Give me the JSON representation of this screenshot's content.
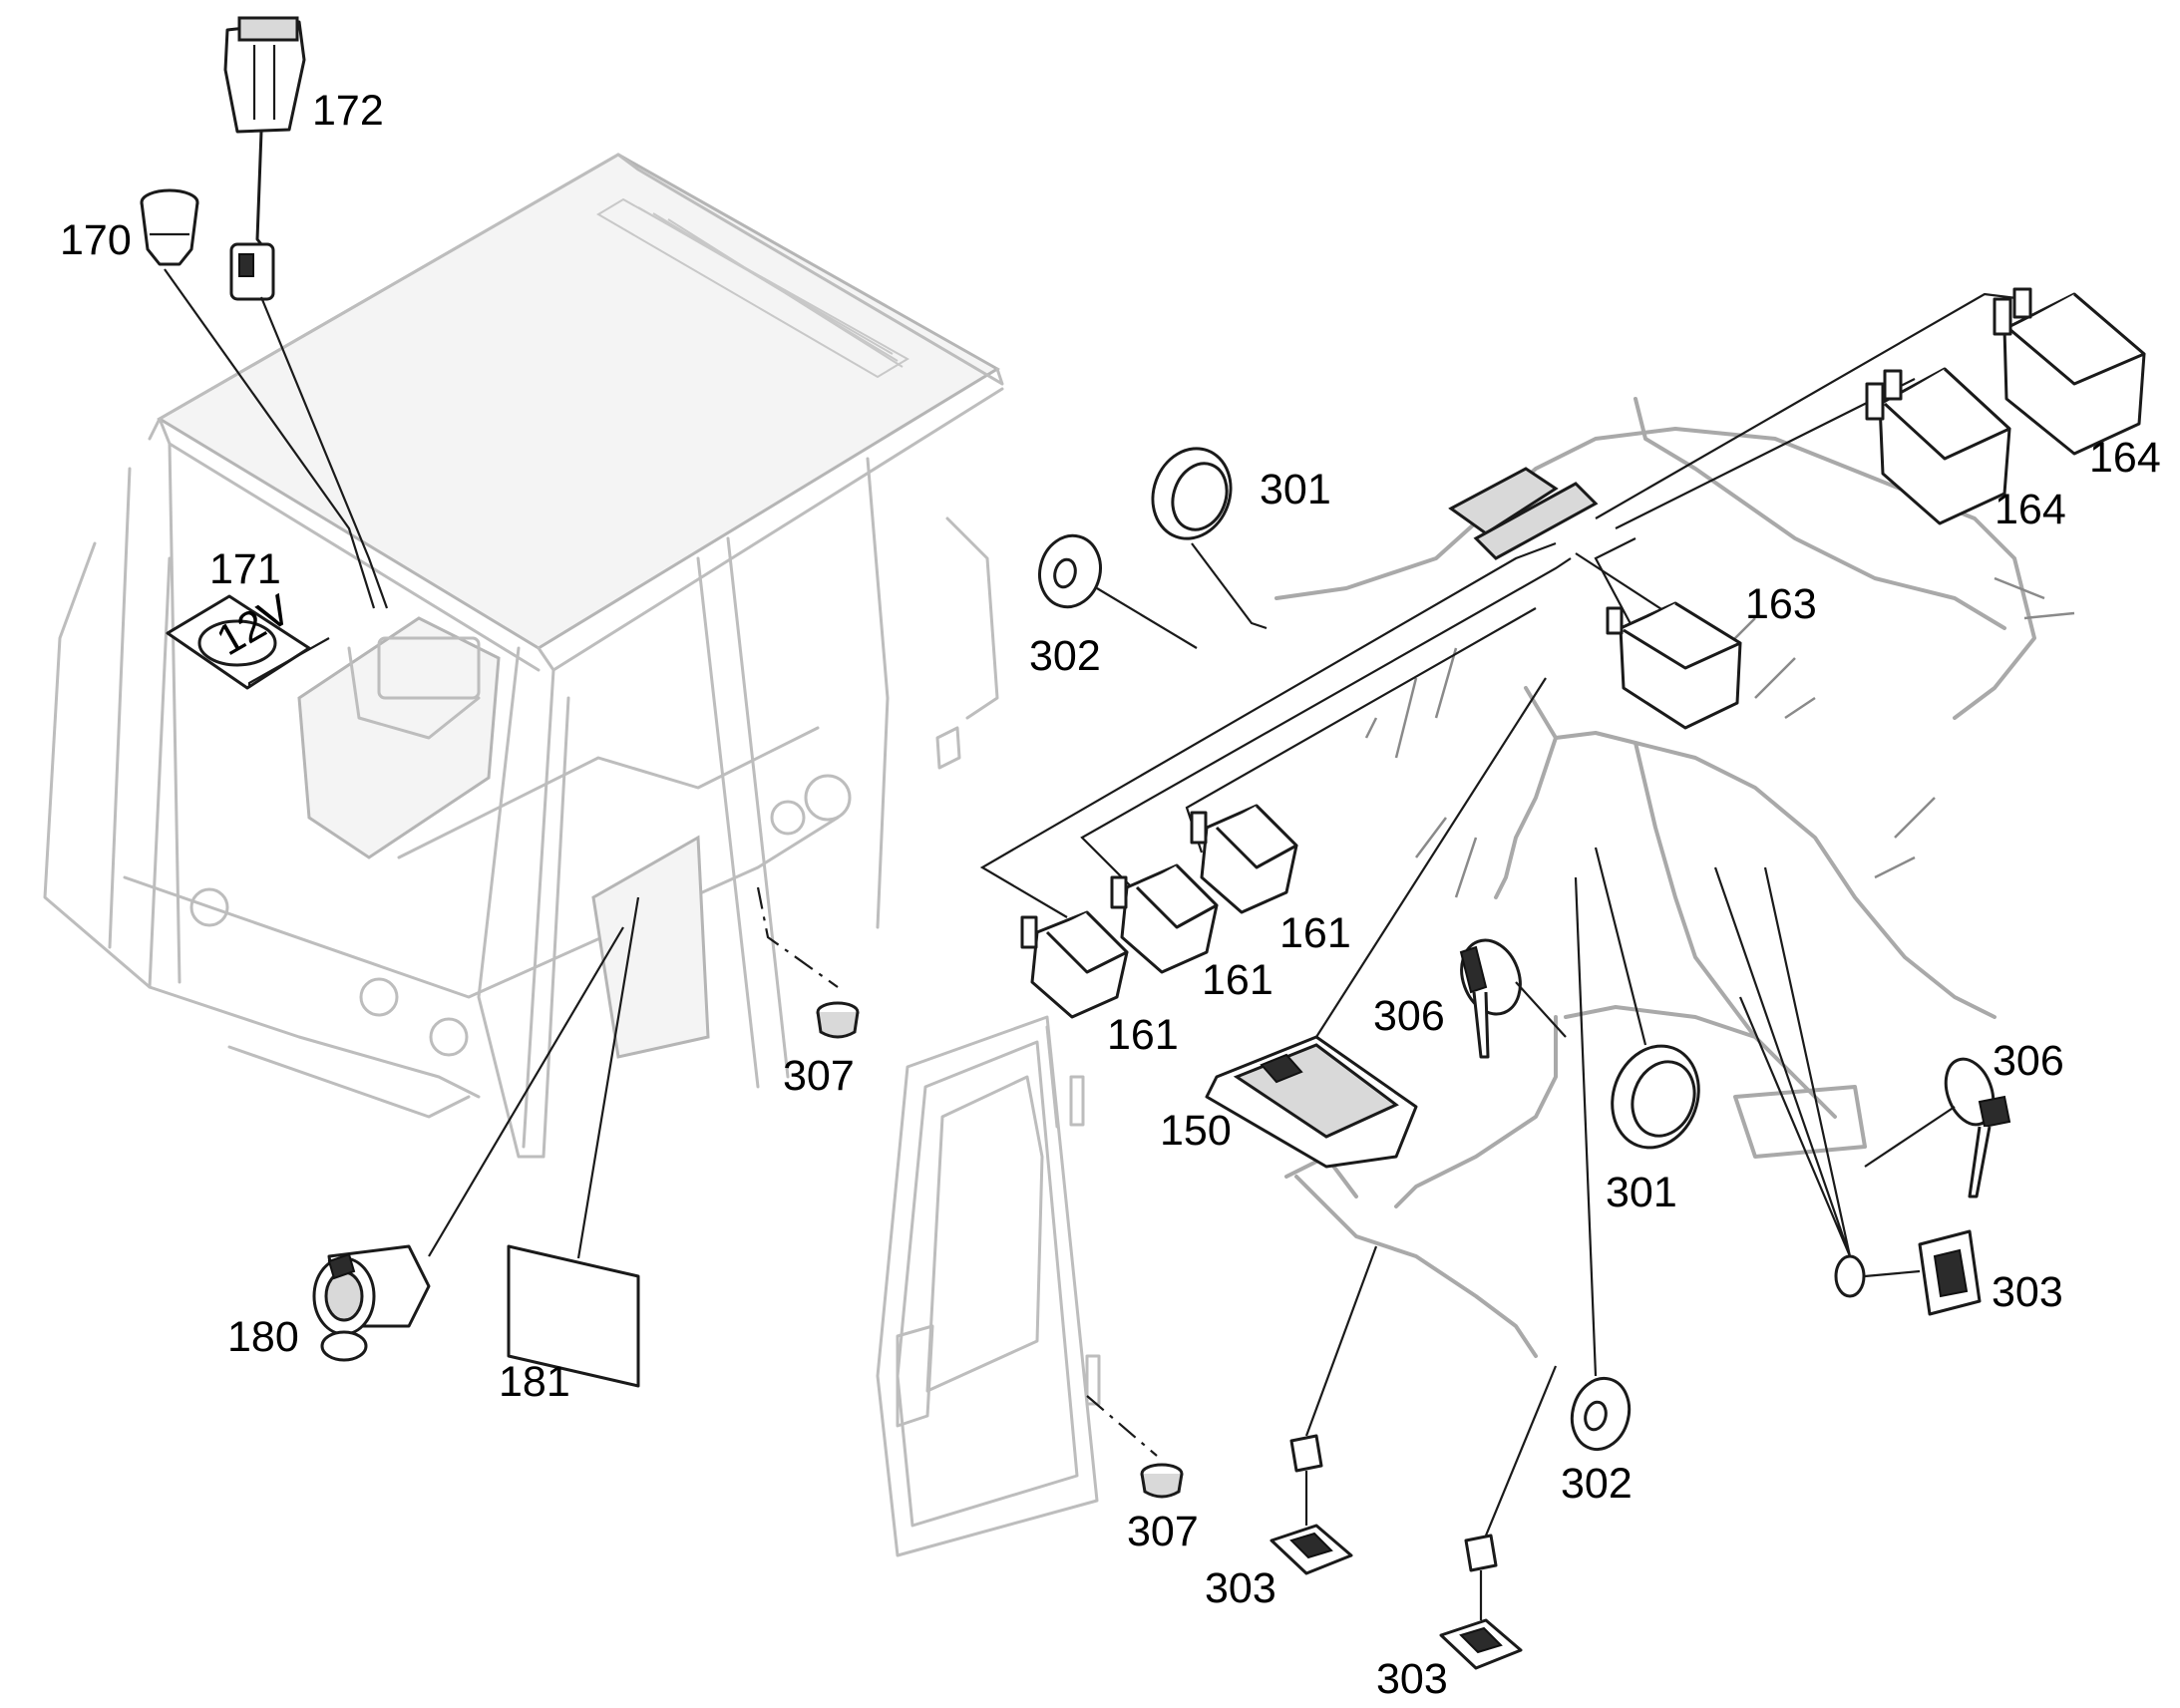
{
  "diagram": {
    "callouts": {
      "c172": "172",
      "c170": "170",
      "c171": "171",
      "c180": "180",
      "c181": "181",
      "c307a": "307",
      "c307b": "307",
      "c301a": "301",
      "c302a": "302",
      "c161a": "161",
      "c161b": "161",
      "c161c": "161",
      "c163": "163",
      "c164a": "164",
      "c164b": "164",
      "c306a": "306",
      "c306b": "306",
      "c150": "150",
      "c301b": "301",
      "c302b": "302",
      "c303a": "303",
      "c303b": "303",
      "c303c": "303"
    },
    "decal_text": "12V"
  }
}
